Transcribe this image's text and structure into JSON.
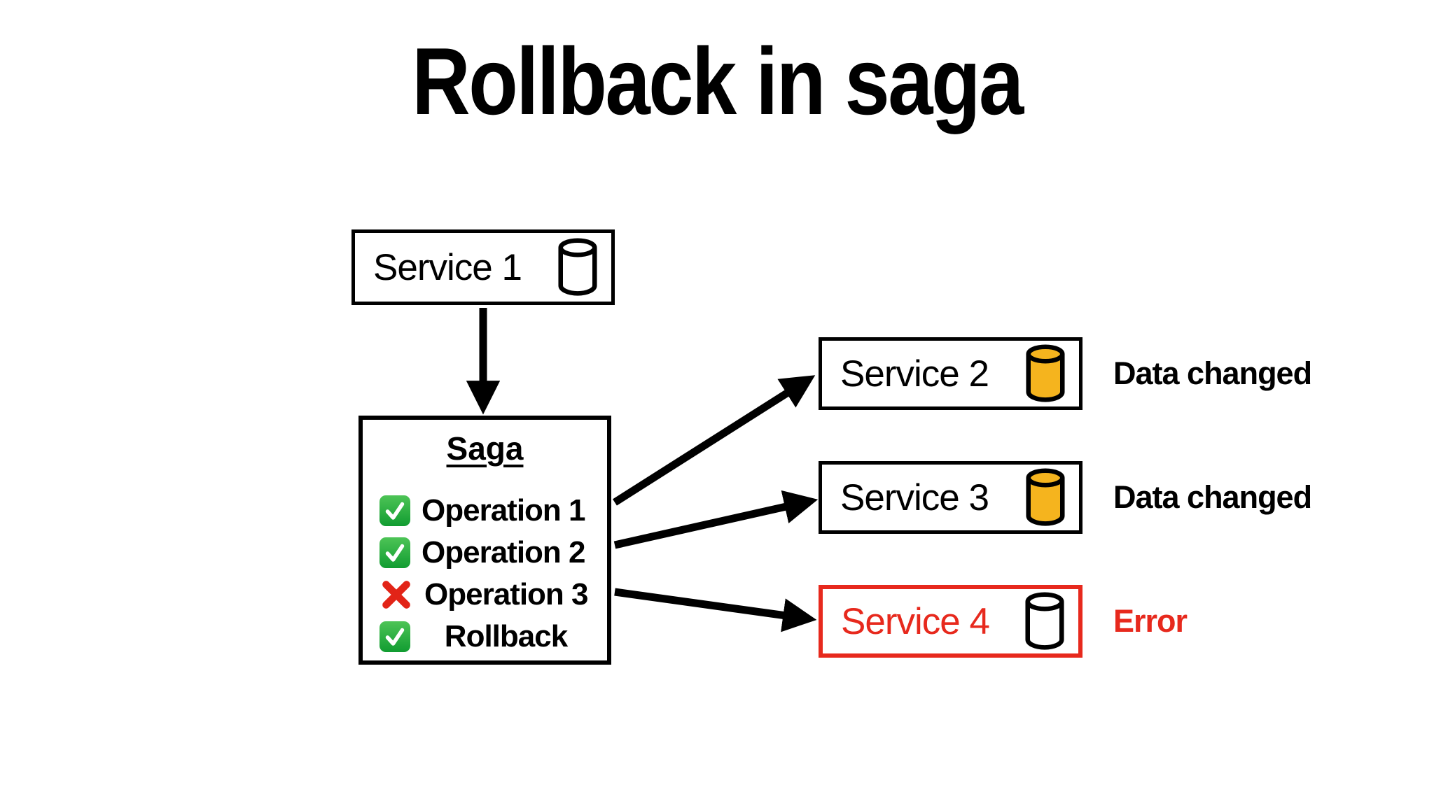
{
  "title": "Rollback in saga",
  "colors": {
    "black": "#000000",
    "red": "#E7291D",
    "orange_db": "#F5B41E",
    "green_check_top": "#4DC456",
    "green_check_bottom": "#119C31",
    "white": "#FFFFFF"
  },
  "icons": {
    "check_icon": "✅",
    "cross_icon": "❌",
    "database_icon": "⛁ (cylinder)"
  },
  "diagram": {
    "service1": {
      "label": "Service 1",
      "db_state": "unchanged-white"
    },
    "saga": {
      "title": "Saga",
      "operations": [
        {
          "icon": "check-icon",
          "label": "Operation 1",
          "status": "success"
        },
        {
          "icon": "check-icon",
          "label": "Operation 2",
          "status": "success"
        },
        {
          "icon": "cross-icon",
          "label": "Operation 3",
          "status": "failed"
        },
        {
          "icon": "check-icon",
          "label": "Rollback",
          "status": "success"
        }
      ]
    },
    "services": [
      {
        "label": "Service 2",
        "db_state": "changed-orange",
        "annotation": "Data changed"
      },
      {
        "label": "Service 3",
        "db_state": "changed-orange",
        "annotation": "Data changed"
      },
      {
        "label": "Service 4",
        "db_state": "unchanged-white",
        "annotation": "Error",
        "status": "error"
      }
    ]
  }
}
